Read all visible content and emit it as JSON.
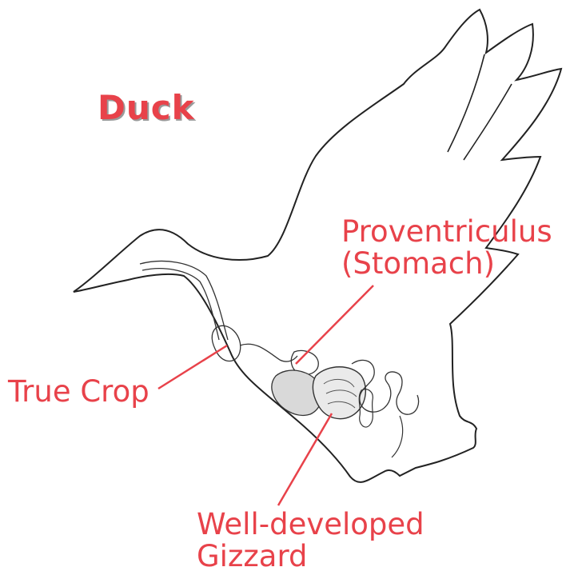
{
  "title": "Duck",
  "labels": {
    "proventriculus": "Proventriculus",
    "stomach": "(Stomach)",
    "true_crop": "True Crop",
    "gizzard_line1": "Well-developed",
    "gizzard_line2": "Gizzard"
  },
  "colors": {
    "label": "#e8424a",
    "outline": "#222222",
    "stipple": "#777777"
  }
}
